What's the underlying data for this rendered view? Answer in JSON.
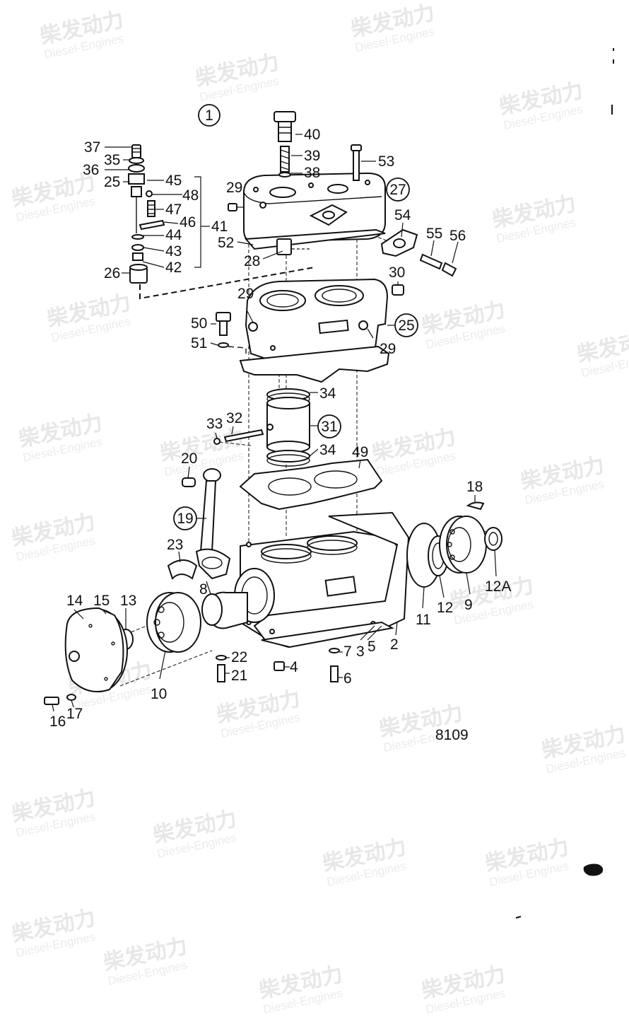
{
  "watermark": {
    "brand": "柴发动力",
    "subtitle": "Diesel-Engines"
  },
  "figure_number": "8109",
  "callouts": {
    "c1": "1",
    "c2": "2",
    "c3": "3",
    "c4": "4",
    "c5": "5",
    "c6": "6",
    "c7": "7",
    "c8": "8",
    "c9": "9",
    "c10": "10",
    "c11": "11",
    "c12": "12",
    "c12a": "12A",
    "c13": "13",
    "c14": "14",
    "c15": "15",
    "c16": "16",
    "c17": "17",
    "c18": "18",
    "c19": "19",
    "c20": "20",
    "c21": "21",
    "c22": "22",
    "c23": "23",
    "c25a": "25",
    "c25b": "25",
    "c26": "26",
    "c27": "27",
    "c28": "28",
    "c29a": "29",
    "c29b": "29",
    "c29c": "29",
    "c30": "30",
    "c31": "31",
    "c32": "32",
    "c33": "33",
    "c34a": "34",
    "c34b": "34",
    "c35": "35",
    "c36": "36",
    "c37": "37",
    "c38": "38",
    "c39": "39",
    "c40": "40",
    "c41": "41",
    "c42": "42",
    "c43": "43",
    "c44": "44",
    "c45": "45",
    "c46": "46",
    "c47": "47",
    "c48": "48",
    "c49": "49",
    "c50": "50",
    "c51": "51",
    "c52": "52",
    "c53": "53",
    "c54": "54",
    "c55": "55",
    "c56": "56"
  }
}
